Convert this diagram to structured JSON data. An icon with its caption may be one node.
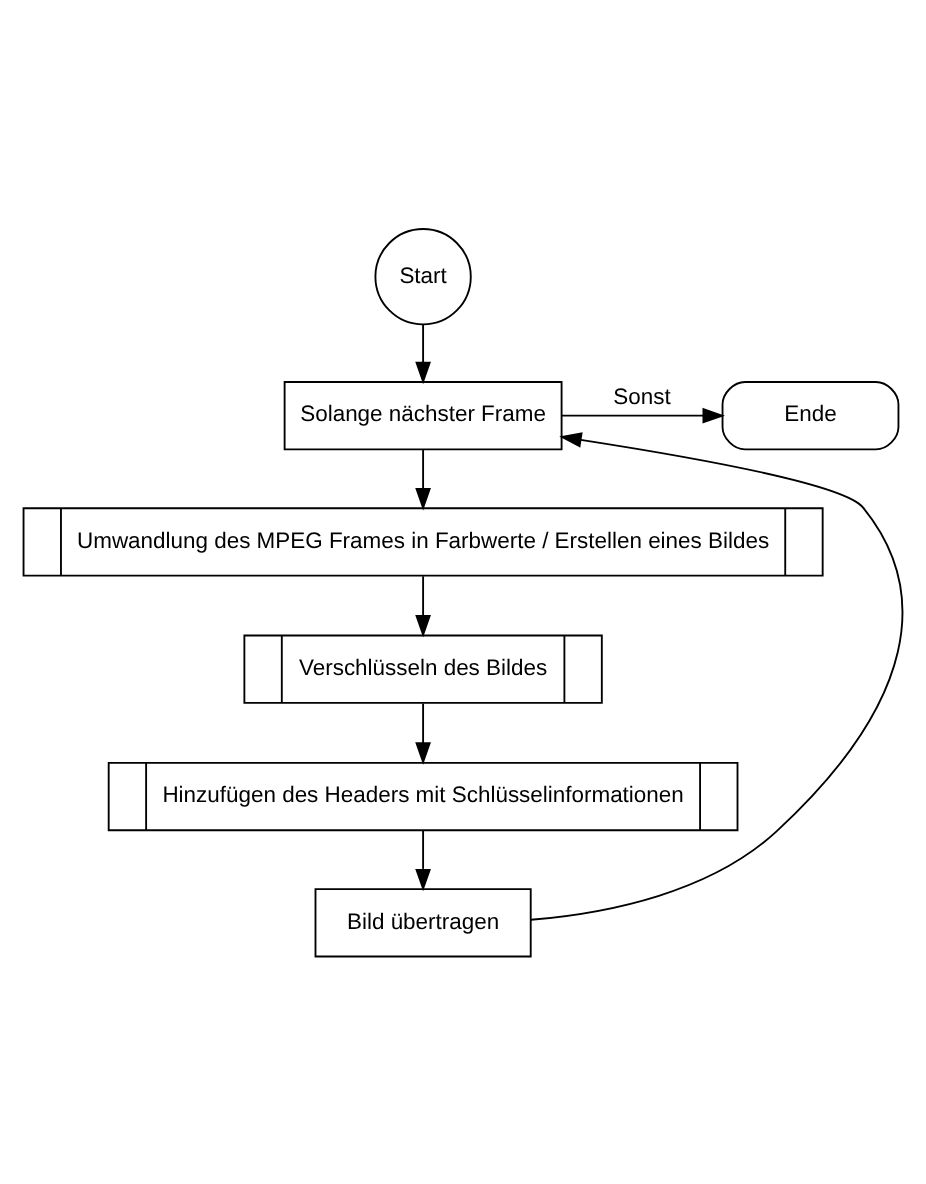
{
  "diagram": {
    "nodes": [
      {
        "text": [
          "Start"
        ]
      },
      {
        "text": [
          "Solange nächster Frame"
        ]
      },
      {
        "text": [
          "Ende"
        ]
      },
      {
        "text": [
          "Umwandlung des MPEG Frames in Farbwerte / Erstellen eines Bildes"
        ]
      },
      {
        "text": [
          "Verschlüsseln des Bildes"
        ]
      },
      {
        "text": [
          "Hinzufügen des Headers mit Schlüsselinformationen"
        ]
      },
      {
        "text": [
          "Bild übertragen"
        ]
      }
    ],
    "edges": [
      {
        "from": 0,
        "to": 1,
        "arrow": "to"
      },
      {
        "from": 1,
        "to": 2,
        "label": "Sonst",
        "arrow": "to"
      },
      {
        "from": 1,
        "to": 3,
        "arrow": "to"
      },
      {
        "from": 3,
        "to": 4,
        "arrow": "to"
      },
      {
        "from": 4,
        "to": 5,
        "arrow": "to"
      },
      {
        "from": 5,
        "to": 6,
        "arrow": "to"
      },
      {
        "from": 6,
        "to": 1,
        "arrow": "to"
      }
    ]
  }
}
